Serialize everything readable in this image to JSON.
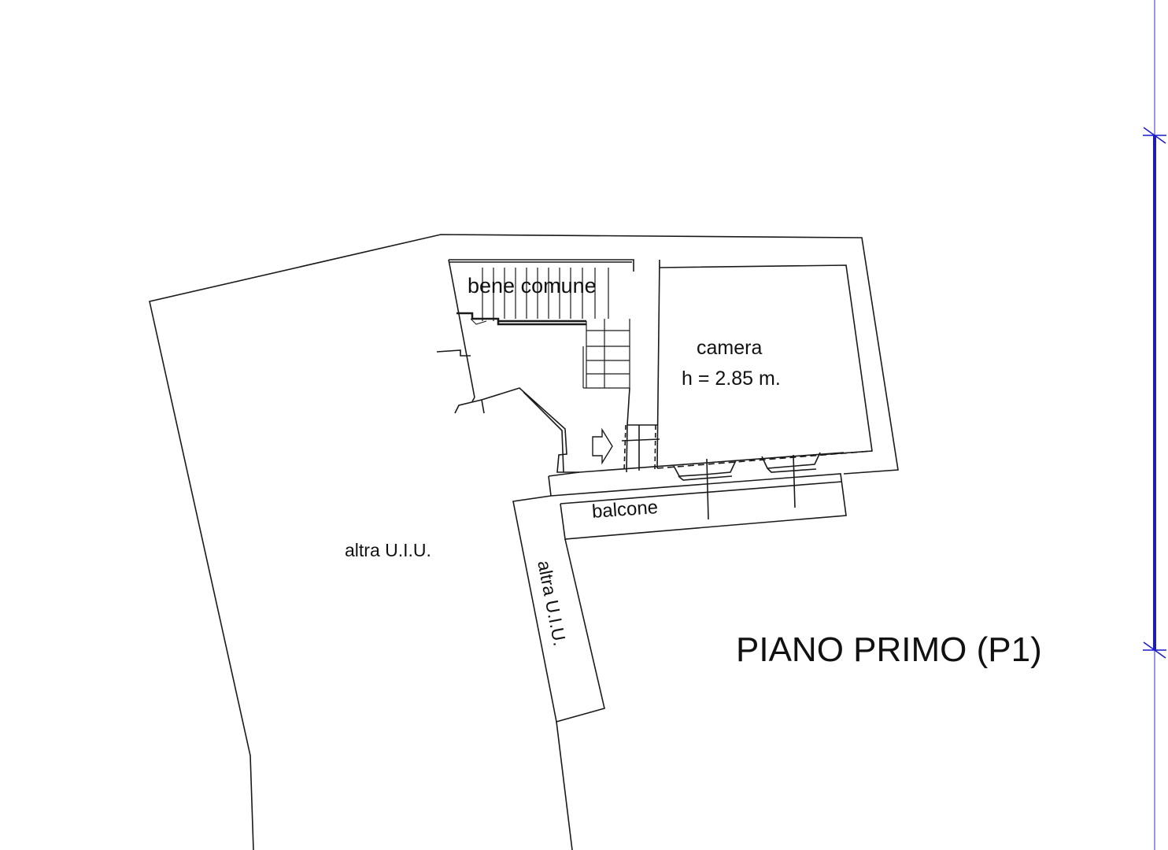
{
  "labels": {
    "bene_comune": "bene comune",
    "camera": "camera",
    "camera_height": "h = 2.85 m.",
    "balcone": "balcone",
    "altra_uiu_main": "altra U.I.U.",
    "altra_uiu_strip": "altra U.I.U.",
    "floor_title": "PIANO PRIMO (P1)"
  },
  "colors": {
    "lines": "#1a1a1a",
    "marker": "#1a1acc"
  }
}
